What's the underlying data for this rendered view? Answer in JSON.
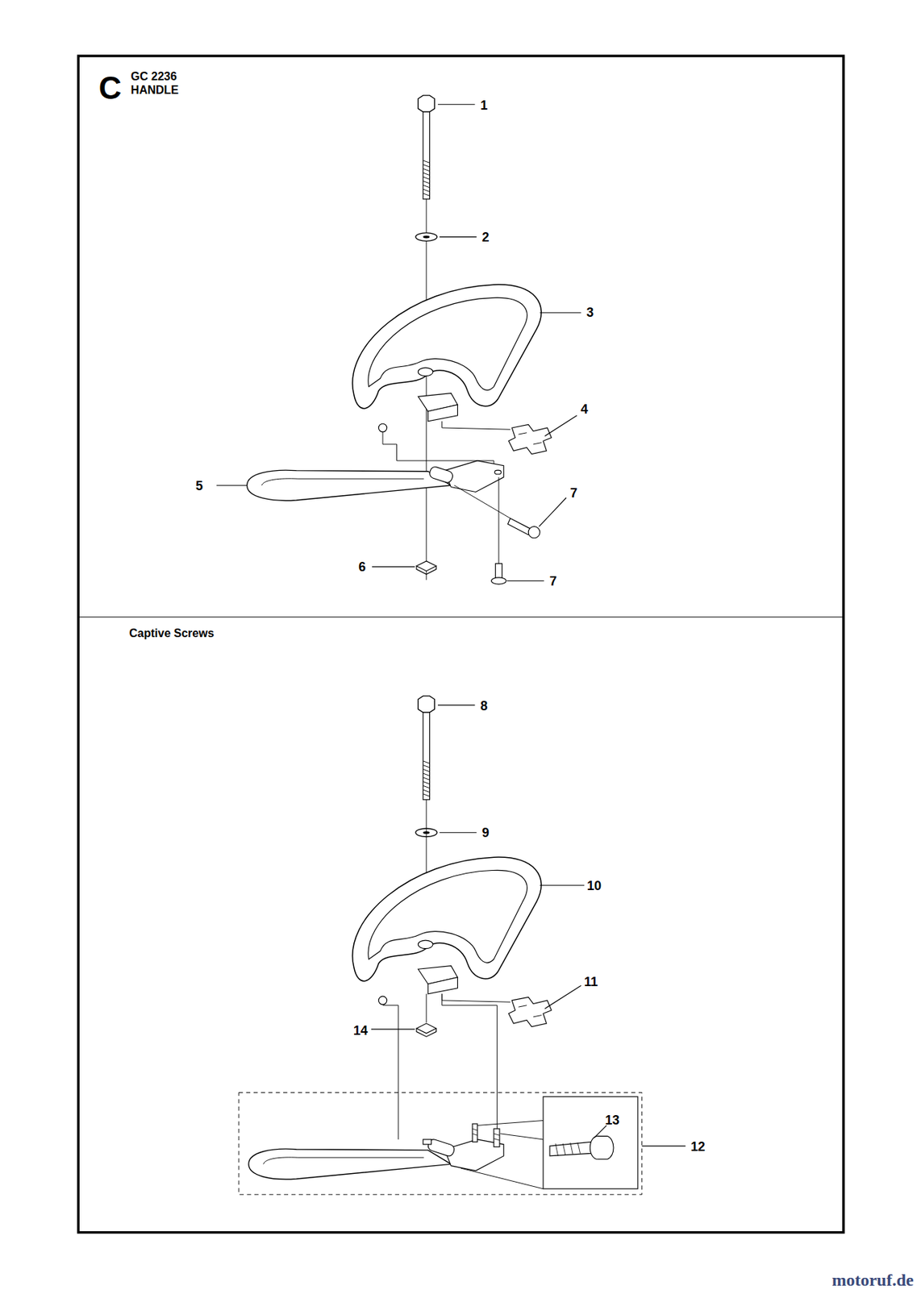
{
  "diagram": {
    "labels": [
      "C",
      "GC 2236",
      "HANDLE",
      "1",
      "2",
      "3",
      "4",
      "5",
      "7",
      "6",
      "7",
      "Captive Screws",
      "8",
      "9",
      "10",
      "11",
      "14",
      "13",
      "12",
      "motoruf.de"
    ]
  }
}
